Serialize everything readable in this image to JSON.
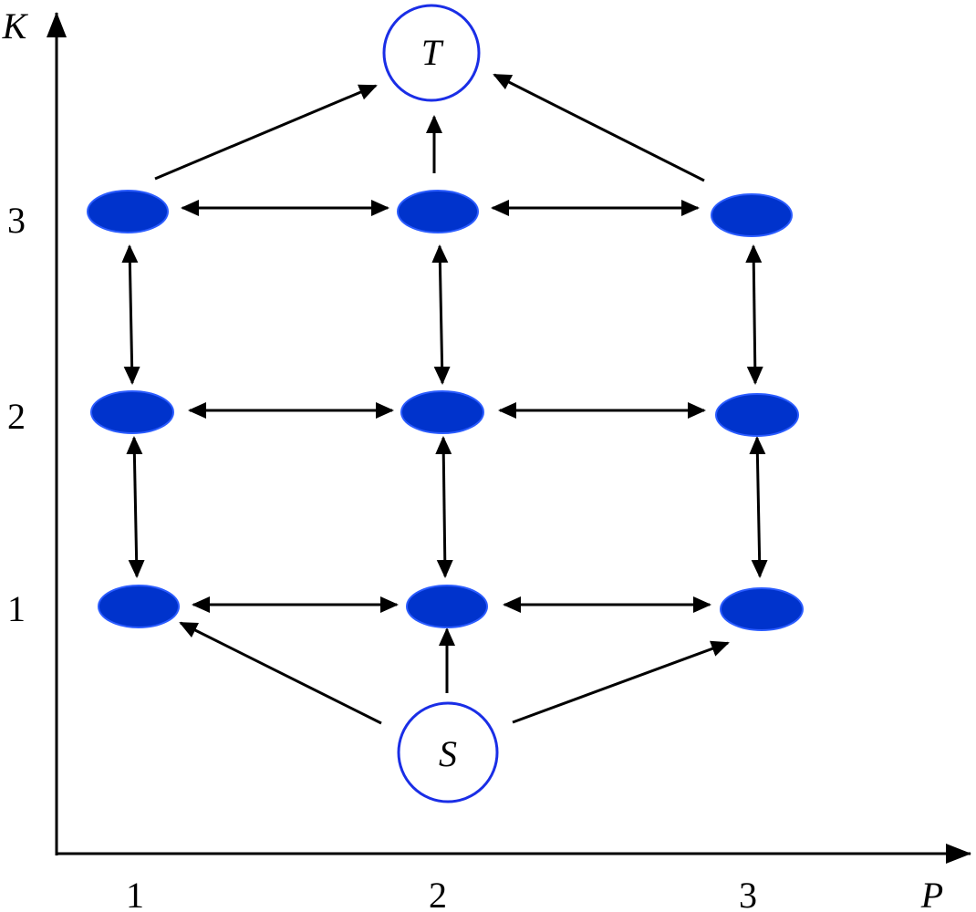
{
  "axes": {
    "x_label": "P",
    "y_label": "K",
    "x_ticks": [
      "1",
      "2",
      "3"
    ],
    "y_ticks": [
      "1",
      "2",
      "3"
    ]
  },
  "nodes": {
    "source": {
      "label": "S"
    },
    "target": {
      "label": "T"
    },
    "grid": [
      {
        "p": 1,
        "k": 1
      },
      {
        "p": 2,
        "k": 1
      },
      {
        "p": 3,
        "k": 1
      },
      {
        "p": 1,
        "k": 2
      },
      {
        "p": 2,
        "k": 2
      },
      {
        "p": 3,
        "k": 2
      },
      {
        "p": 1,
        "k": 3
      },
      {
        "p": 2,
        "k": 3
      },
      {
        "p": 3,
        "k": 3
      }
    ]
  },
  "edges": {
    "horizontal_bidirectional": [
      [
        "p1k1",
        "p2k1"
      ],
      [
        "p2k1",
        "p3k1"
      ],
      [
        "p1k2",
        "p2k2"
      ],
      [
        "p2k2",
        "p3k2"
      ],
      [
        "p1k3",
        "p2k3"
      ],
      [
        "p2k3",
        "p3k3"
      ]
    ],
    "vertical_bidirectional": [
      [
        "p1k1",
        "p1k2"
      ],
      [
        "p1k2",
        "p1k3"
      ],
      [
        "p2k1",
        "p2k2"
      ],
      [
        "p2k2",
        "p2k3"
      ],
      [
        "p3k1",
        "p3k2"
      ],
      [
        "p3k2",
        "p3k3"
      ]
    ],
    "from_source": [
      "p1k1",
      "p2k1",
      "p3k1"
    ],
    "to_target": [
      "p1k3",
      "p2k3",
      "p3k3"
    ]
  },
  "colors": {
    "node_fill": "#0033cc",
    "node_stroke": "#2b5cff",
    "circle_stroke": "#1a2ee6",
    "ink": "#000000"
  }
}
